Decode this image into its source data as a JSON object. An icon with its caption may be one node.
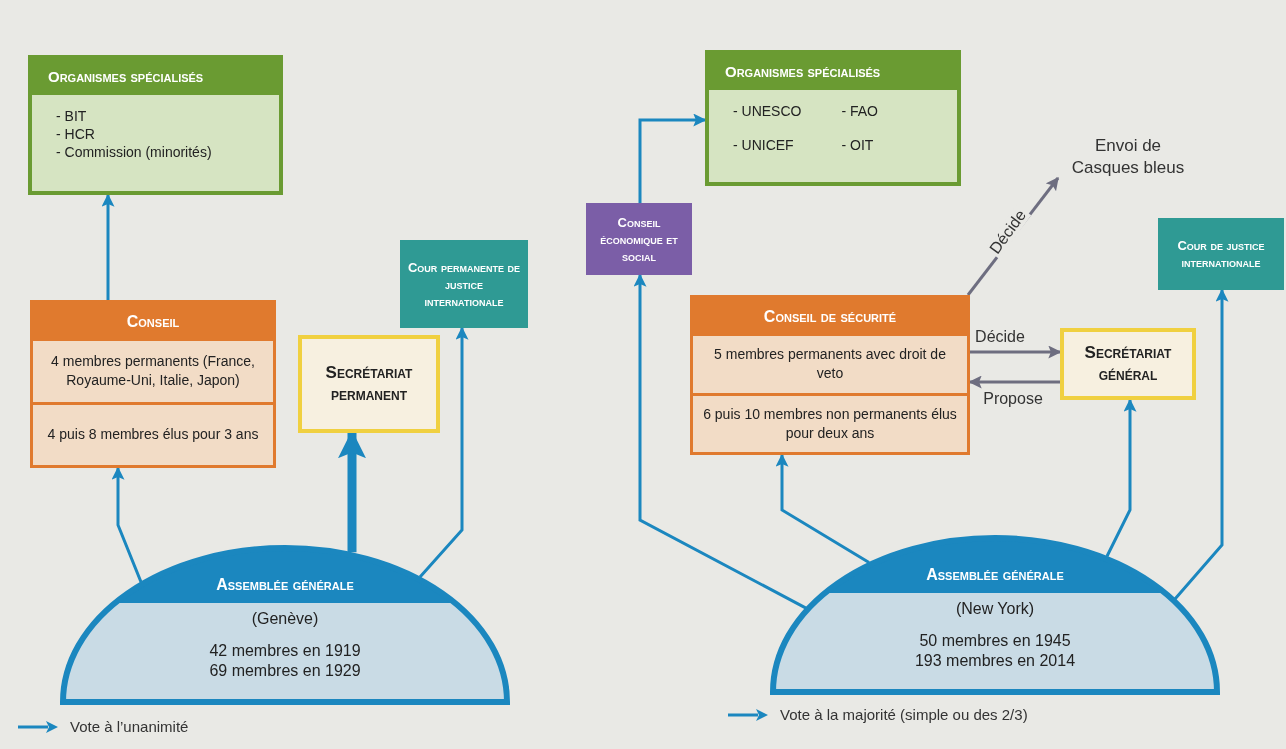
{
  "diagram": {
    "nodes": [
      {
        "text": [
          "Organismes spécialisés",
          "- BIT",
          "- HCR",
          "- Commission (minorités)"
        ]
      },
      {
        "text": [
          "Conseil",
          "4 membres permanents (France, Royaume-Uni, Italie, Japon)",
          "4 puis 8 membres élus pour 3 ans"
        ]
      },
      {
        "text": [
          "Secrétariat permanent"
        ]
      },
      {
        "text": [
          "Cour permanente de justice internationale"
        ]
      },
      {
        "text": [
          "Assemblée générale",
          "(Genève)",
          "42 membres en 1919 69 membres en 1929"
        ]
      },
      {
        "text": [
          "Organismes spécialisés",
          "- UNESCO",
          "- UNICEF",
          "- FAO",
          "- OIT"
        ]
      },
      {
        "text": [
          "Envoi de Casques bleus"
        ]
      },
      {
        "text": [
          "Conseil économique et social"
        ]
      },
      {
        "text": [
          "Conseil de sécurité",
          "5 membres permanents avec droit de veto",
          "6 puis 10 membres non permanents élus pour deux ans"
        ]
      },
      {
        "text": [
          "Secrétariat général"
        ]
      },
      {
        "text": [
          "Cour de justice internationale"
        ]
      },
      {
        "text": [
          "Assemblée générale",
          "(New York)",
          "50 membres en 1945 193 membres en 2014"
        ]
      }
    ],
    "edges": [
      {
        "from": 1,
        "to": 0,
        "arrow": "to"
      },
      {
        "from": 4,
        "to": 1,
        "arrow": "to"
      },
      {
        "from": 4,
        "to": 2,
        "arrow": "to",
        "style": "thick"
      },
      {
        "from": 4,
        "to": 3,
        "arrow": "to"
      },
      {
        "from": 7,
        "to": 5,
        "arrow": "to"
      },
      {
        "from": 8,
        "to": 6,
        "arrow": "to",
        "label": "Décide",
        "color": "#6e6e80"
      },
      {
        "from": 8,
        "to": 9,
        "arrow": "to",
        "label": "Décide",
        "color": "#6e6e80"
      },
      {
        "from": 9,
        "to": 8,
        "arrow": "to",
        "label": "Propose",
        "color": "#6e6e80"
      },
      {
        "from": 11,
        "to": 7,
        "arrow": "to"
      },
      {
        "from": 11,
        "to": 8,
        "arrow": "to"
      },
      {
        "from": 11,
        "to": 9,
        "arrow": "to"
      },
      {
        "from": 11,
        "to": 10,
        "arrow": "to"
      }
    ],
    "legend": [
      {
        "text": "Vote à l’unanimité"
      },
      {
        "text": "Vote à la majorité (simple ou des 2/3)"
      }
    ]
  }
}
